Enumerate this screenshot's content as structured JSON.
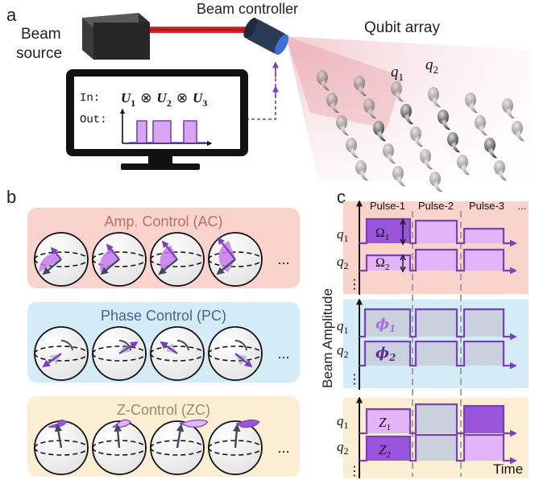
{
  "panels": {
    "a": "a",
    "b": "b",
    "c": "c"
  },
  "panel_a": {
    "beam_source": [
      "Beam",
      "source"
    ],
    "beam_controller": "Beam controller",
    "qubit_array": "Qubit array",
    "q1": "q",
    "q1_sub": "1",
    "q2": "q",
    "q2_sub": "2",
    "monitor": {
      "in_label": "In:",
      "out_label": "Out:",
      "u": "U",
      "sub1": "1",
      "sub2": "2",
      "sub3": "3",
      "otimes": "⊗"
    }
  },
  "panel_b": {
    "rows": [
      {
        "title": "Amp. Control (AC)",
        "bg": "#f9d3cc",
        "title_color": "#b3736a"
      },
      {
        "title": "Phase Control (PC)",
        "bg": "#d3ecf7",
        "title_color": "#4e5f8f"
      },
      {
        "title": "Z-Control (ZC)",
        "bg": "#fbeed3",
        "title_color": "#9a8a70"
      }
    ],
    "ellipsis": "..."
  },
  "panel_c": {
    "headers": [
      "Pulse-1",
      "Pulse-2",
      "Pulse-3"
    ],
    "header_ellipsis": "...",
    "ylabel": "Beam Amplitude",
    "xlabel": "Time",
    "q_letter": "q",
    "sub1": "1",
    "sub2": "2",
    "omega": "Ω",
    "phi": "ϕ",
    "z": "Z",
    "vdots": "⋮",
    "colors": {
      "purple": "#7a3fc0",
      "purple_dark": "#9b55dd",
      "purple_light": "#e3b4f7",
      "gray": "#c9d1dc"
    }
  }
}
